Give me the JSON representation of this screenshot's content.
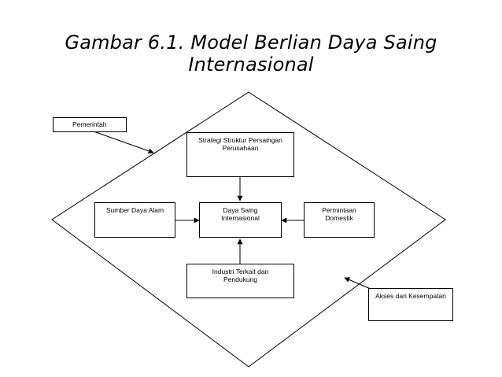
{
  "title": "Gambar 6.1. Model Berlian Daya Saing Internasional",
  "nodes": {
    "pemerintah": "Pemerintah",
    "strategi": "Strategi Struktur Persaingan\nPerusahaan",
    "sumber": "Sumber Daya Alam",
    "daya_saing": "Daya Saing\nInternasional",
    "permintaan": "Permintaan\nDomestik",
    "industri": "Industri Terkait dan\nPendukung",
    "akses": "Akses dan Kesempatan"
  },
  "colors": {
    "line": "#000000",
    "background": "#ffffff"
  }
}
